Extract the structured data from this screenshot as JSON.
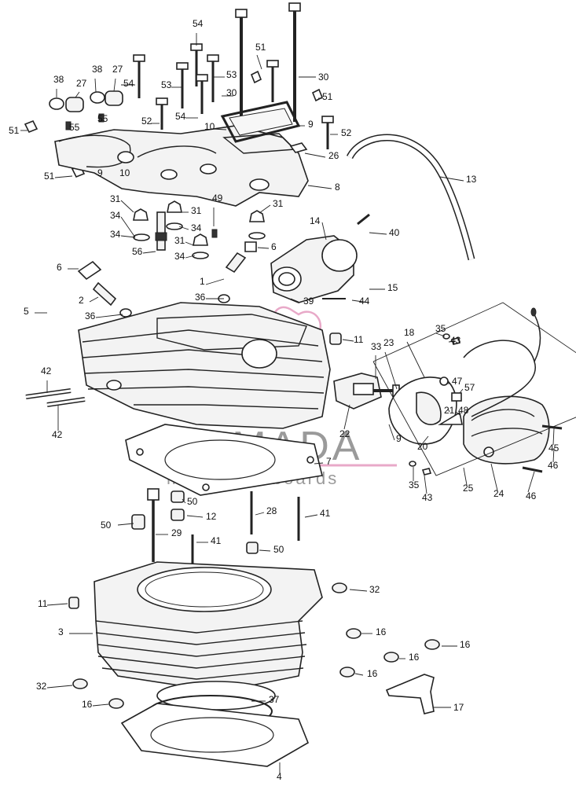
{
  "watermark": {
    "brand": "ARMADA",
    "tagline": "marine outboards",
    "brand_color": "#9a9a9a",
    "accent_color": "#e8a9c8"
  },
  "callouts": [
    "54",
    "51",
    "30",
    "38",
    "27",
    "38",
    "27",
    "54",
    "53",
    "53",
    "30",
    "51",
    "51",
    "55",
    "55",
    "52",
    "54",
    "10",
    "9",
    "52",
    "26",
    "51",
    "9",
    "10",
    "8",
    "13",
    "31",
    "31",
    "49",
    "31",
    "34",
    "34",
    "34",
    "56",
    "31",
    "34",
    "6",
    "14",
    "40",
    "6",
    "5",
    "1",
    "2",
    "36",
    "36",
    "39",
    "44",
    "15",
    "11",
    "35",
    "43",
    "18",
    "33",
    "23",
    "42",
    "47",
    "57",
    "21",
    "48",
    "9",
    "22",
    "20",
    "42",
    "45",
    "46",
    "35",
    "43",
    "46",
    "7",
    "25",
    "24",
    "50",
    "12",
    "28",
    "41",
    "50",
    "29",
    "41",
    "50",
    "32",
    "11",
    "3",
    "16",
    "16",
    "16",
    "16",
    "32",
    "37",
    "17",
    "16",
    "4"
  ]
}
